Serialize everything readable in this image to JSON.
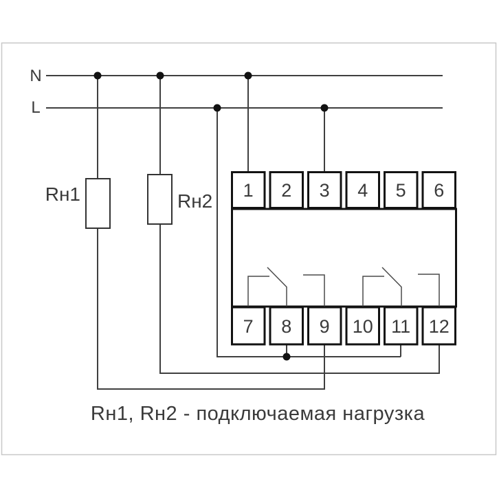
{
  "power": {
    "neutral_label": "N",
    "phase_label": "L"
  },
  "loads": {
    "load1": "Rн1",
    "load2": "Rн2"
  },
  "device": {
    "top_terminals": [
      "1",
      "2",
      "3",
      "4",
      "5",
      "6"
    ],
    "bottom_terminals": [
      "7",
      "8",
      "9",
      "10",
      "11",
      "12"
    ]
  },
  "caption": {
    "text": "Rн1, Rн2 - подключаемая нагрузка"
  },
  "colors": {
    "wire": "#3f3f3f",
    "outline": "#121212",
    "frame": "#c8c8c8",
    "text": "#3a3a3a"
  }
}
